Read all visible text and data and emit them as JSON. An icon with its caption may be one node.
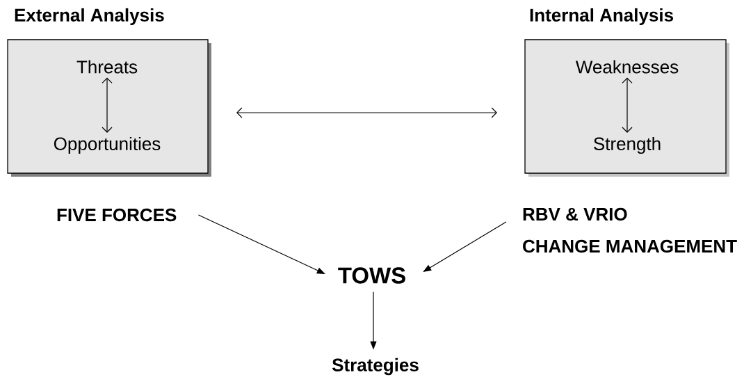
{
  "diagram": {
    "nodes": [
      {
        "text": [
          "External Analysis"
        ]
      },
      {
        "text": [
          "Threats"
        ],
        "in": 0
      },
      {
        "text": [
          "Opportunities"
        ],
        "in": 0
      },
      {
        "text": [
          "Internal Analysis"
        ]
      },
      {
        "text": [
          "Weaknesses"
        ],
        "in": 3
      },
      {
        "text": [
          "Strength"
        ],
        "in": 3
      },
      {
        "text": [
          "FIVE FORCES"
        ]
      },
      {
        "text": [
          "RBV & VRIO",
          "CHANGE MANAGEMENT"
        ]
      },
      {
        "text": [
          "TOWS"
        ]
      },
      {
        "text": [
          "Strategies"
        ]
      }
    ],
    "edges": [
      {
        "from": 1,
        "to": 2,
        "arrow": "both"
      },
      {
        "from": 0,
        "to": 3,
        "arrow": "both"
      },
      {
        "from": 4,
        "to": 5,
        "arrow": "both"
      },
      {
        "from": 6,
        "to": 8,
        "arrow": "to"
      },
      {
        "from": 7,
        "to": 8,
        "arrow": "to"
      },
      {
        "from": 8,
        "to": 9,
        "arrow": "to"
      }
    ]
  }
}
